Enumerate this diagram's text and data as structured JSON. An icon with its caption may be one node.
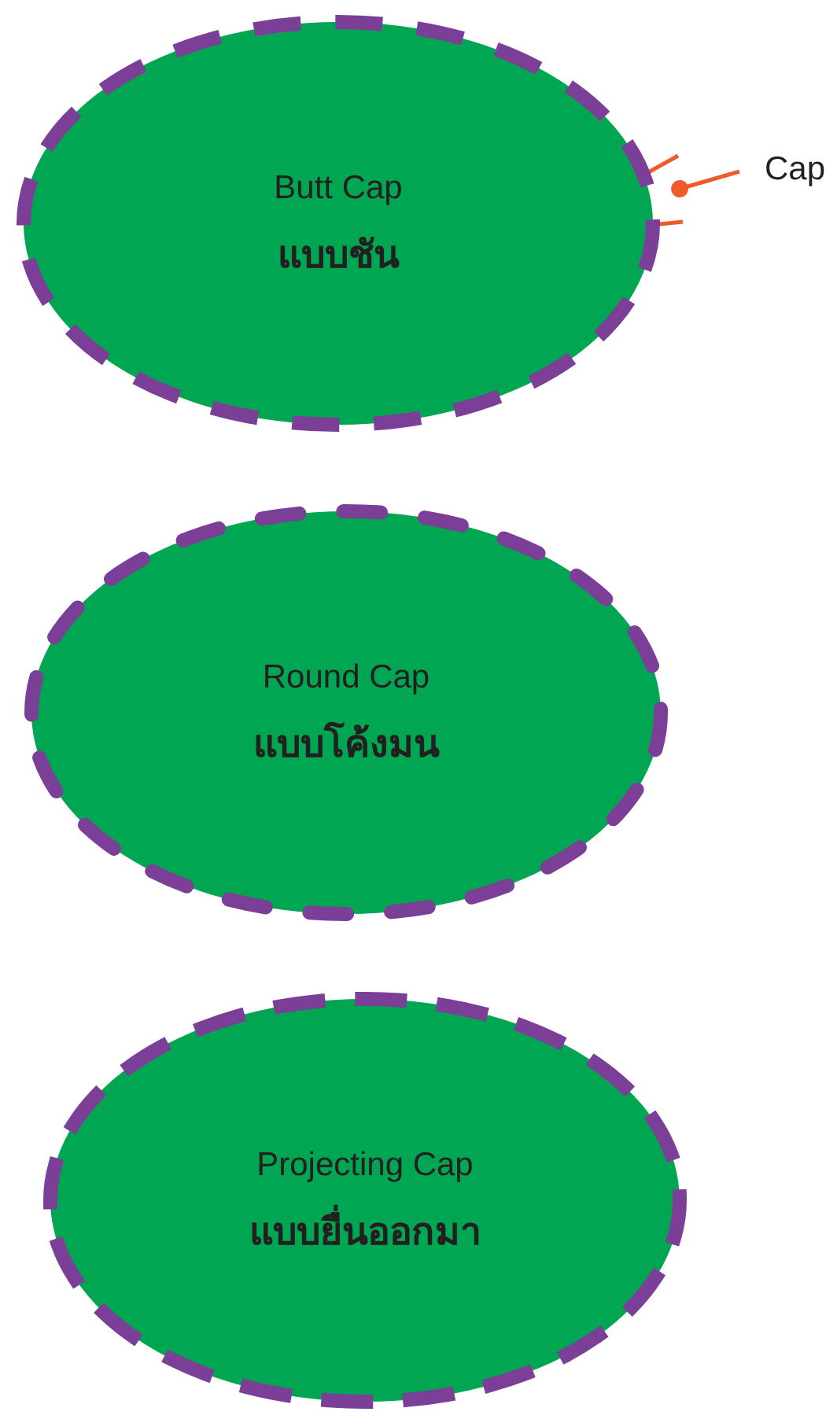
{
  "diagram": {
    "nodes": [
      {
        "text": [
          "Butt Cap",
          "แบบชัน"
        ]
      },
      {
        "text": [
          "Round Cap",
          "แบบโค้งมน"
        ]
      },
      {
        "text": [
          "Projecting Cap",
          "แบบยื่นออกมา"
        ]
      },
      {
        "text": [
          "Cap"
        ]
      }
    ],
    "edges": [
      {
        "from": 3,
        "to": 0,
        "arrow": "other",
        "color": "#f05a28"
      }
    ]
  }
}
